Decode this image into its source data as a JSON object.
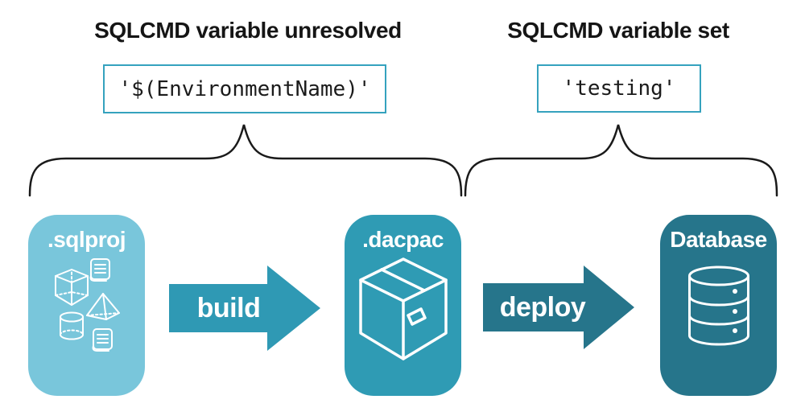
{
  "annotations": [
    {
      "heading": "SQLCMD variable unresolved",
      "code": "'$(EnvironmentName)'"
    },
    {
      "heading": "SQLCMD variable set",
      "code": "'testing'"
    }
  ],
  "pipeline": {
    "nodes": [
      {
        "label": ".sqlproj",
        "icon": "sql-objects-icon",
        "color": "#79c6db"
      },
      {
        "label": ".dacpac",
        "icon": "package-icon",
        "color": "#2f9bb4"
      },
      {
        "label": "Database",
        "icon": "database-icon",
        "color": "#26758b"
      }
    ],
    "arrows": [
      {
        "label": "build",
        "color": "#2f99b4"
      },
      {
        "label": "deploy",
        "color": "#26758b"
      }
    ]
  },
  "colors": {
    "background": "#ffffff",
    "heading_text": "#151515",
    "code_text": "#1b1b1b",
    "code_box_border": "#35a2be",
    "brace_stroke": "#1a1a1a",
    "node_label_text": "#ffffff",
    "icon_stroke": "#ffffff"
  }
}
